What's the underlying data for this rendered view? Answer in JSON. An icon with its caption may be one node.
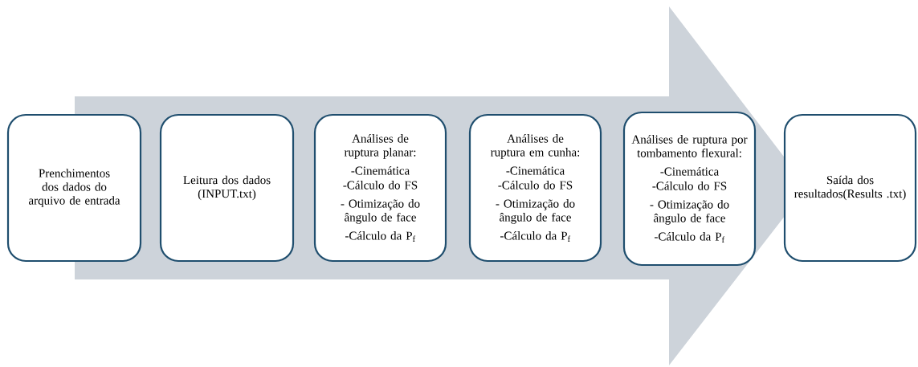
{
  "diagram": {
    "nodes": [
      {
        "text": [
          "Prenchimentos dos dados do arquivo de entrada"
        ]
      },
      {
        "text": [
          "Leitura dos dados (INPUT.txt)"
        ]
      },
      {
        "text": [
          "Análises de ruptura planar:",
          "-Cinemática",
          "-Cálculo do FS",
          "- Otimização do ângulo de face",
          "-Cálculo da P$_{f}$"
        ]
      },
      {
        "text": [
          "Análises de ruptura em cunha:",
          "-Cinemática",
          "-Cálculo do FS",
          "- Otimização do ângulo de face",
          "-Cálculo da P$_{f}$"
        ]
      },
      {
        "text": [
          "Análises de ruptura por tombamento flexural:",
          "-Cinemática",
          "-Cálculo do FS",
          "- Otimização do ângulo de face",
          "-Cálculo da P$_{f}$"
        ]
      },
      {
        "text": [
          "Saída dos resultados(Results .txt)"
        ]
      }
    ],
    "edges": [
      {
        "from": 0,
        "to": 5,
        "arrow": "to"
      }
    ]
  }
}
